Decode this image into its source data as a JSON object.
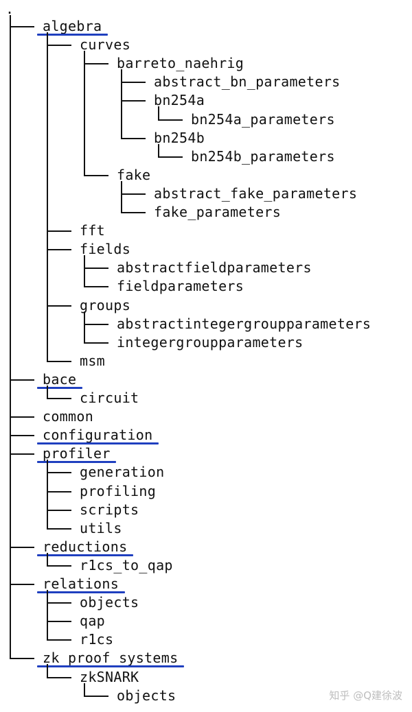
{
  "root": ".",
  "tree": [
    {
      "name": "algebra",
      "children": [
        {
          "name": "curves",
          "children": [
            {
              "name": "barreto_naehrig",
              "children": [
                {
                  "name": "abstract_bn_parameters"
                },
                {
                  "name": "bn254a",
                  "children": [
                    {
                      "name": "bn254a_parameters"
                    }
                  ]
                },
                {
                  "name": "bn254b",
                  "children": [
                    {
                      "name": "bn254b_parameters"
                    }
                  ]
                }
              ]
            },
            {
              "name": "fake",
              "children": [
                {
                  "name": "abstract_fake_parameters"
                },
                {
                  "name": "fake_parameters"
                }
              ]
            }
          ]
        },
        {
          "name": "fft"
        },
        {
          "name": "fields",
          "children": [
            {
              "name": "abstractfieldparameters"
            },
            {
              "name": "fieldparameters"
            }
          ]
        },
        {
          "name": "groups",
          "children": [
            {
              "name": "abstractintegergroupparameters"
            },
            {
              "name": "integergroupparameters"
            }
          ]
        },
        {
          "name": "msm"
        }
      ]
    },
    {
      "name": "bace",
      "children": [
        {
          "name": "circuit"
        }
      ]
    },
    {
      "name": "common"
    },
    {
      "name": "configuration"
    },
    {
      "name": "profiler",
      "children": [
        {
          "name": "generation"
        },
        {
          "name": "profiling"
        },
        {
          "name": "scripts"
        },
        {
          "name": "utils"
        }
      ]
    },
    {
      "name": "reductions",
      "children": [
        {
          "name": "r1cs_to_qap"
        }
      ]
    },
    {
      "name": "relations",
      "children": [
        {
          "name": "objects"
        },
        {
          "name": "qap"
        },
        {
          "name": "r1cs"
        }
      ]
    },
    {
      "name": "zk_proof_systems",
      "children": [
        {
          "name": "zkSNARK",
          "children": [
            {
              "name": "objects"
            }
          ]
        }
      ]
    }
  ],
  "highlighted": [
    "algebra",
    "bace",
    "configuration",
    "profiler",
    "reductions",
    "relations",
    "zk_proof_systems"
  ],
  "colors": {
    "text": "#111111",
    "underline": "#1f3fbf",
    "watermark": "#bdbdbd",
    "background": "#ffffff"
  },
  "watermark": "知乎 @Q建徐波"
}
